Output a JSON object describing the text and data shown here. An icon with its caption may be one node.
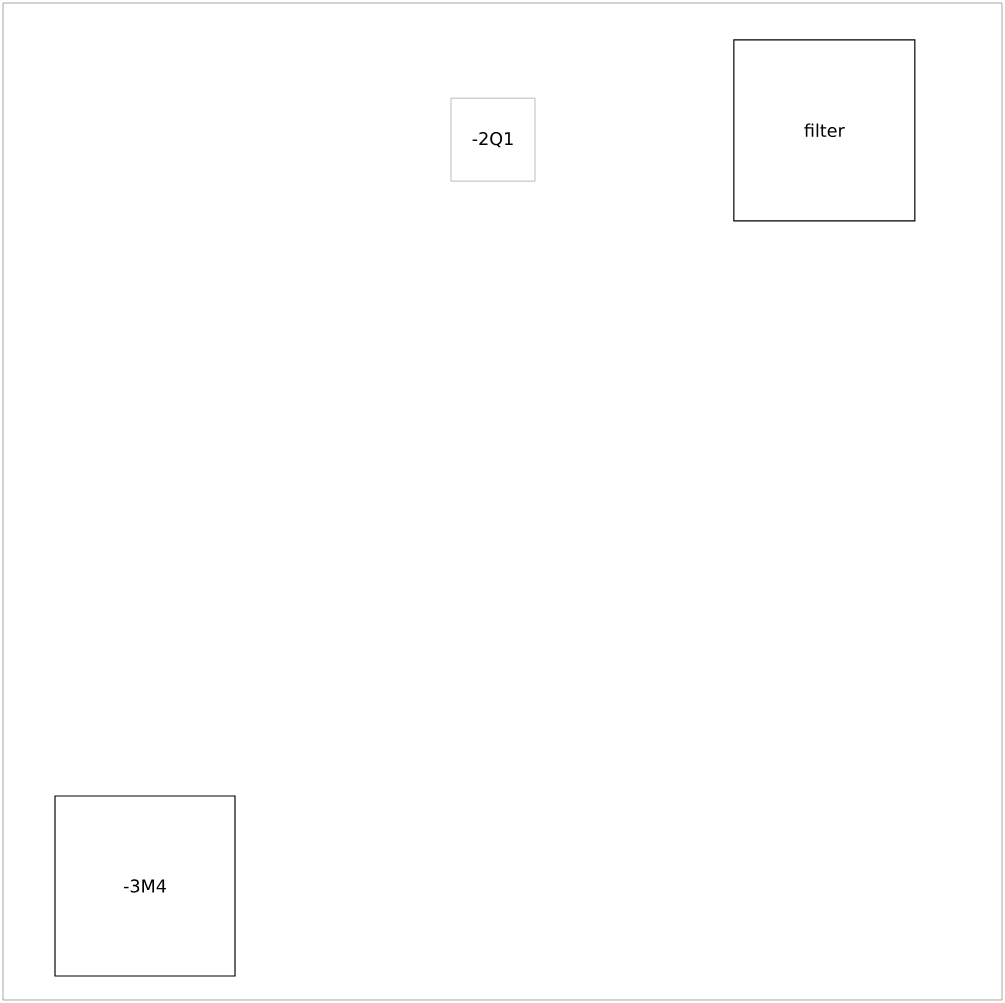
{
  "diagram": {
    "nodes": [
      {
        "text": [
          "-2Q1"
        ]
      },
      {
        "text": [
          "filter"
        ]
      },
      {
        "text": [
          "-3M4"
        ]
      }
    ]
  }
}
